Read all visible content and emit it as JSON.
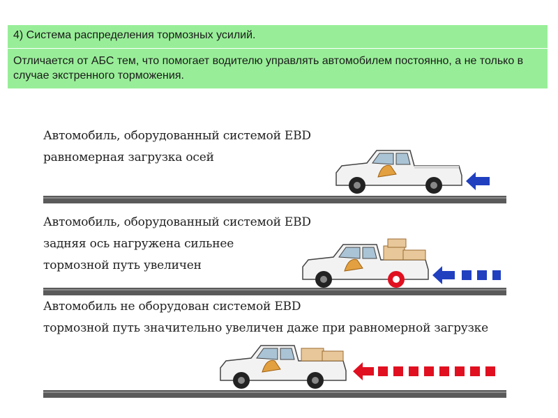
{
  "header": {
    "title": "4) Система распределения тормозных усилий.",
    "description": "Отличается от АБС тем, что помогает водителю управлять автомобилем постоянно, а не только в случае экстренного торможения."
  },
  "scenes": [
    {
      "line1": "Автомобиль, оборудованный системой EBD",
      "line2": "равномерная загрузка осей",
      "line3": "",
      "arrow_color": "#2040c0",
      "arrow_segments": 0
    },
    {
      "line1": "Автомобиль, оборудованный системой EBD",
      "line2": "задняя ось нагружена сильнее",
      "line3": "тормозной путь увеличен",
      "arrow_color": "#2040c0",
      "arrow_segments": 3
    },
    {
      "line1": "Автомобиль не оборудован системой EBD",
      "line2": "тормозной путь значительно увеличен даже при равномерной загрузке",
      "line3": "",
      "arrow_color": "#e01020",
      "arrow_segments": 8
    }
  ],
  "colors": {
    "header_bg": "#98ee98",
    "road": "#5a5a5a",
    "locked_wheel": "#e01020"
  }
}
